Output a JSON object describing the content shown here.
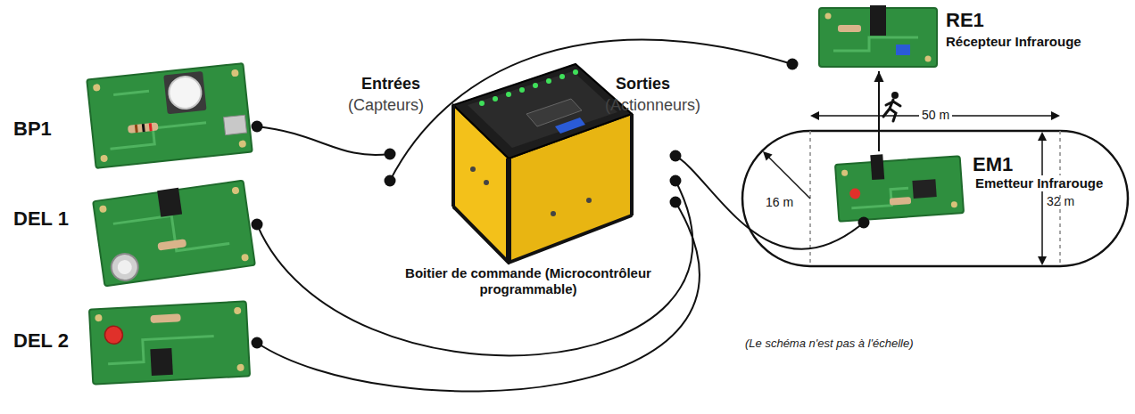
{
  "diagram": {
    "nodes": [
      {
        "text": [
          "BP1"
        ]
      },
      {
        "text": [
          "DEL 1"
        ]
      },
      {
        "text": [
          "DEL 2"
        ]
      },
      {
        "text": [
          "Boitier de commande (Microcontrôleur programmable)"
        ]
      },
      {
        "text": [
          "RE1",
          "Récepteur Infrarouge"
        ]
      },
      {
        "text": [
          "EM1",
          "Emetteur Infrarouge"
        ]
      }
    ],
    "edges": [
      {
        "from": 0,
        "to": 3,
        "arrow": "none"
      },
      {
        "from": 4,
        "to": 3,
        "arrow": "none"
      },
      {
        "from": 3,
        "to": 5,
        "arrow": "none"
      },
      {
        "from": 3,
        "to": 1,
        "arrow": "none"
      },
      {
        "from": 3,
        "to": 2,
        "arrow": "none"
      },
      {
        "from": 5,
        "to": 4,
        "arrow": "to"
      }
    ],
    "labels": [
      "Entrées",
      "(Capteurs)",
      "Sorties",
      "(Actionneurs)",
      "50 m",
      "16 m",
      "32 m",
      "(Le schéma n'est pas à l'échelle)"
    ]
  }
}
